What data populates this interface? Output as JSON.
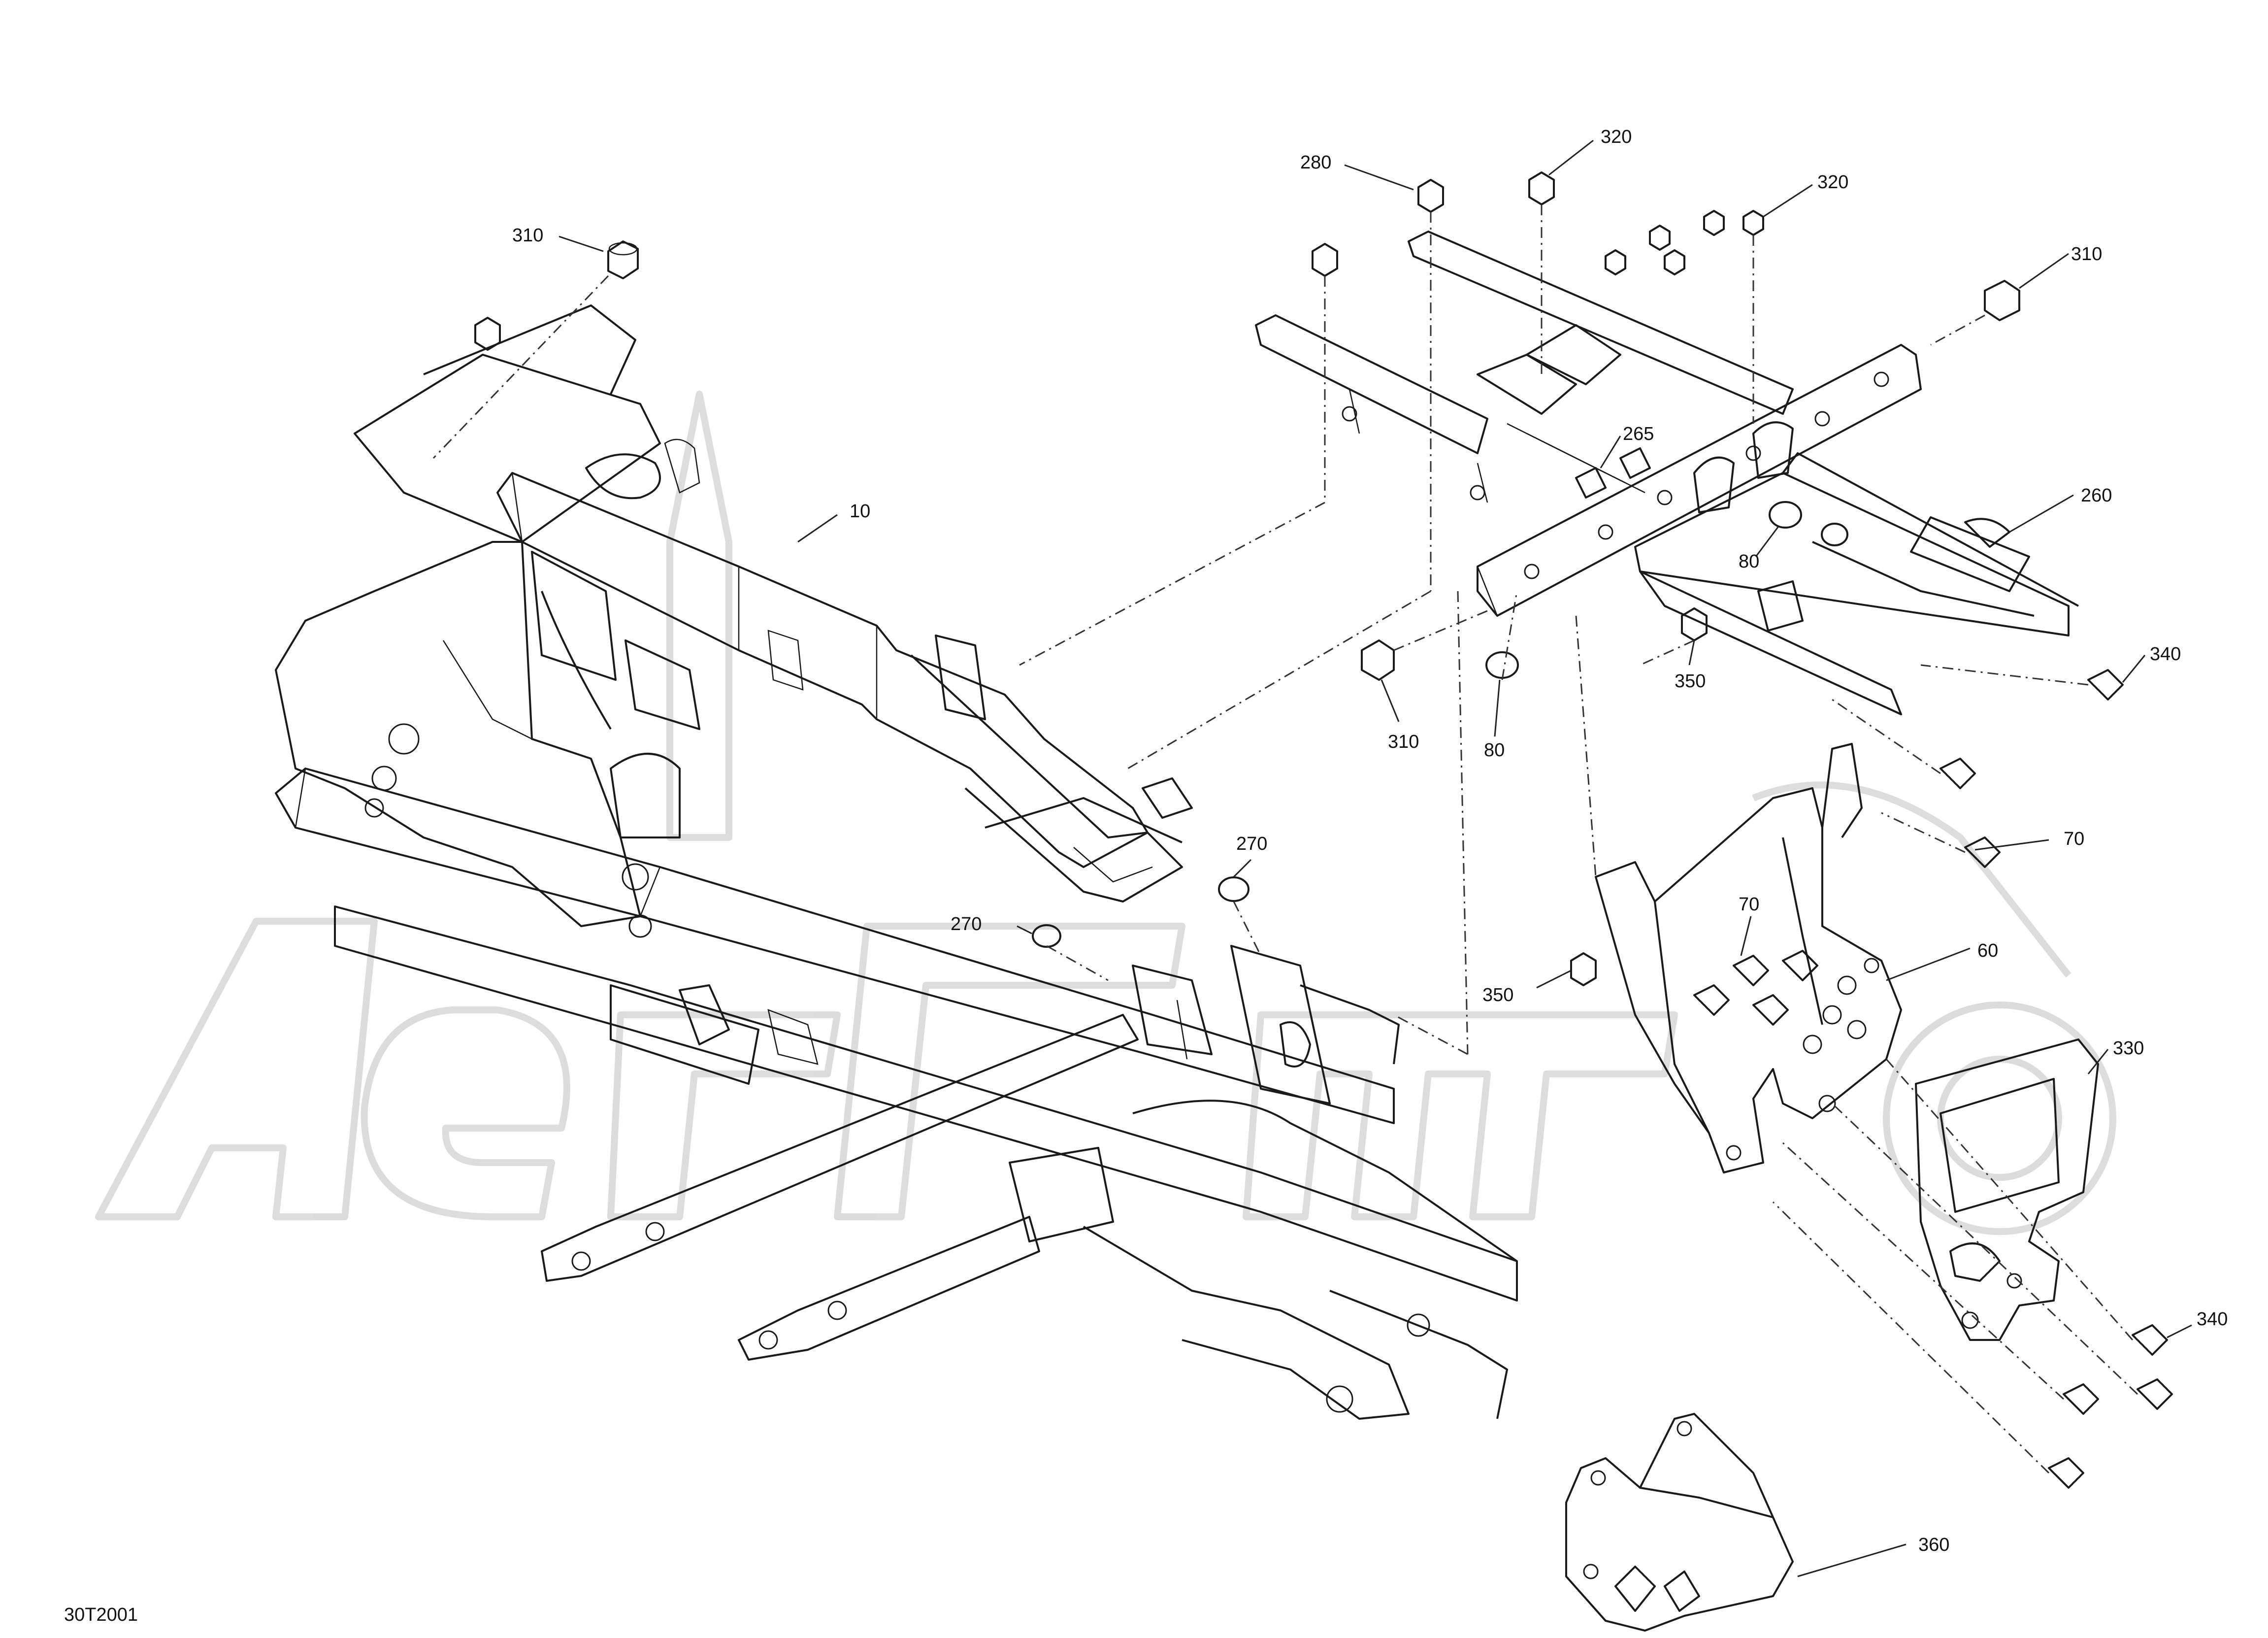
{
  "diagram_code": "30T2001",
  "callouts": [
    {
      "id": "c310a",
      "label": "310"
    },
    {
      "id": "c10",
      "label": "10"
    },
    {
      "id": "c280",
      "label": "280"
    },
    {
      "id": "c320a",
      "label": "320"
    },
    {
      "id": "c320b",
      "label": "320"
    },
    {
      "id": "c310b",
      "label": "310"
    },
    {
      "id": "c265",
      "label": "265"
    },
    {
      "id": "c260",
      "label": "260"
    },
    {
      "id": "c80a",
      "label": "80"
    },
    {
      "id": "c310c",
      "label": "310"
    },
    {
      "id": "c80b",
      "label": "80"
    },
    {
      "id": "c350a",
      "label": "350"
    },
    {
      "id": "c340a",
      "label": "340"
    },
    {
      "id": "c70a",
      "label": "70"
    },
    {
      "id": "c270a",
      "label": "270"
    },
    {
      "id": "c270b",
      "label": "270"
    },
    {
      "id": "c70b",
      "label": "70"
    },
    {
      "id": "c60",
      "label": "60"
    },
    {
      "id": "c350b",
      "label": "350"
    },
    {
      "id": "c330",
      "label": "330"
    },
    {
      "id": "c340b",
      "label": "340"
    },
    {
      "id": "c360",
      "label": "360"
    }
  ]
}
